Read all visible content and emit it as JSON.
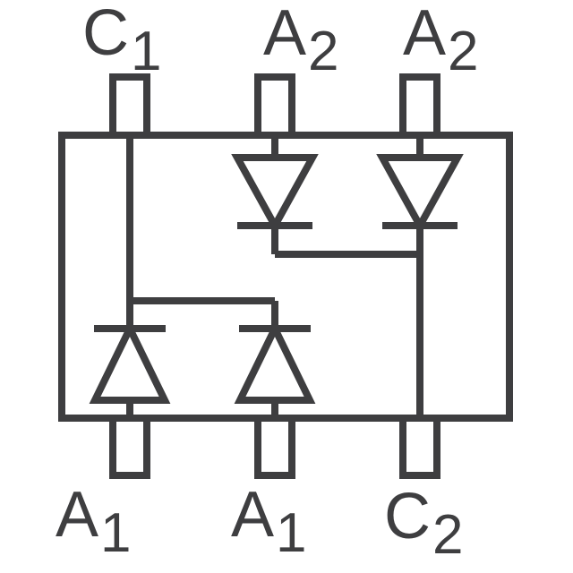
{
  "schematic": {
    "type": "diode-array-package-schematic",
    "colors": {
      "line": "#3e3e40",
      "background": "#ffffff"
    },
    "pins_top": [
      {
        "label": "C1",
        "main": "C",
        "sub": "1"
      },
      {
        "label": "A2",
        "main": "A",
        "sub": "2"
      },
      {
        "label": "A2",
        "main": "A",
        "sub": "2"
      }
    ],
    "pins_bottom": [
      {
        "label": "A1",
        "main": "A",
        "sub": "1"
      },
      {
        "label": "A1",
        "main": "A",
        "sub": "1"
      },
      {
        "label": "C2",
        "main": "C",
        "sub": "2"
      }
    ],
    "diodes": [
      {
        "id": "D1",
        "orientation": "up",
        "anode_pin": "A1",
        "cathode_pin": "C1"
      },
      {
        "id": "D2",
        "orientation": "up",
        "anode_pin": "A1",
        "cathode_pin": "C1"
      },
      {
        "id": "D3",
        "orientation": "down",
        "anode_pin": "A2",
        "cathode_pin": "C2"
      },
      {
        "id": "D4",
        "orientation": "down",
        "anode_pin": "A2",
        "cathode_pin": "C2"
      }
    ]
  }
}
